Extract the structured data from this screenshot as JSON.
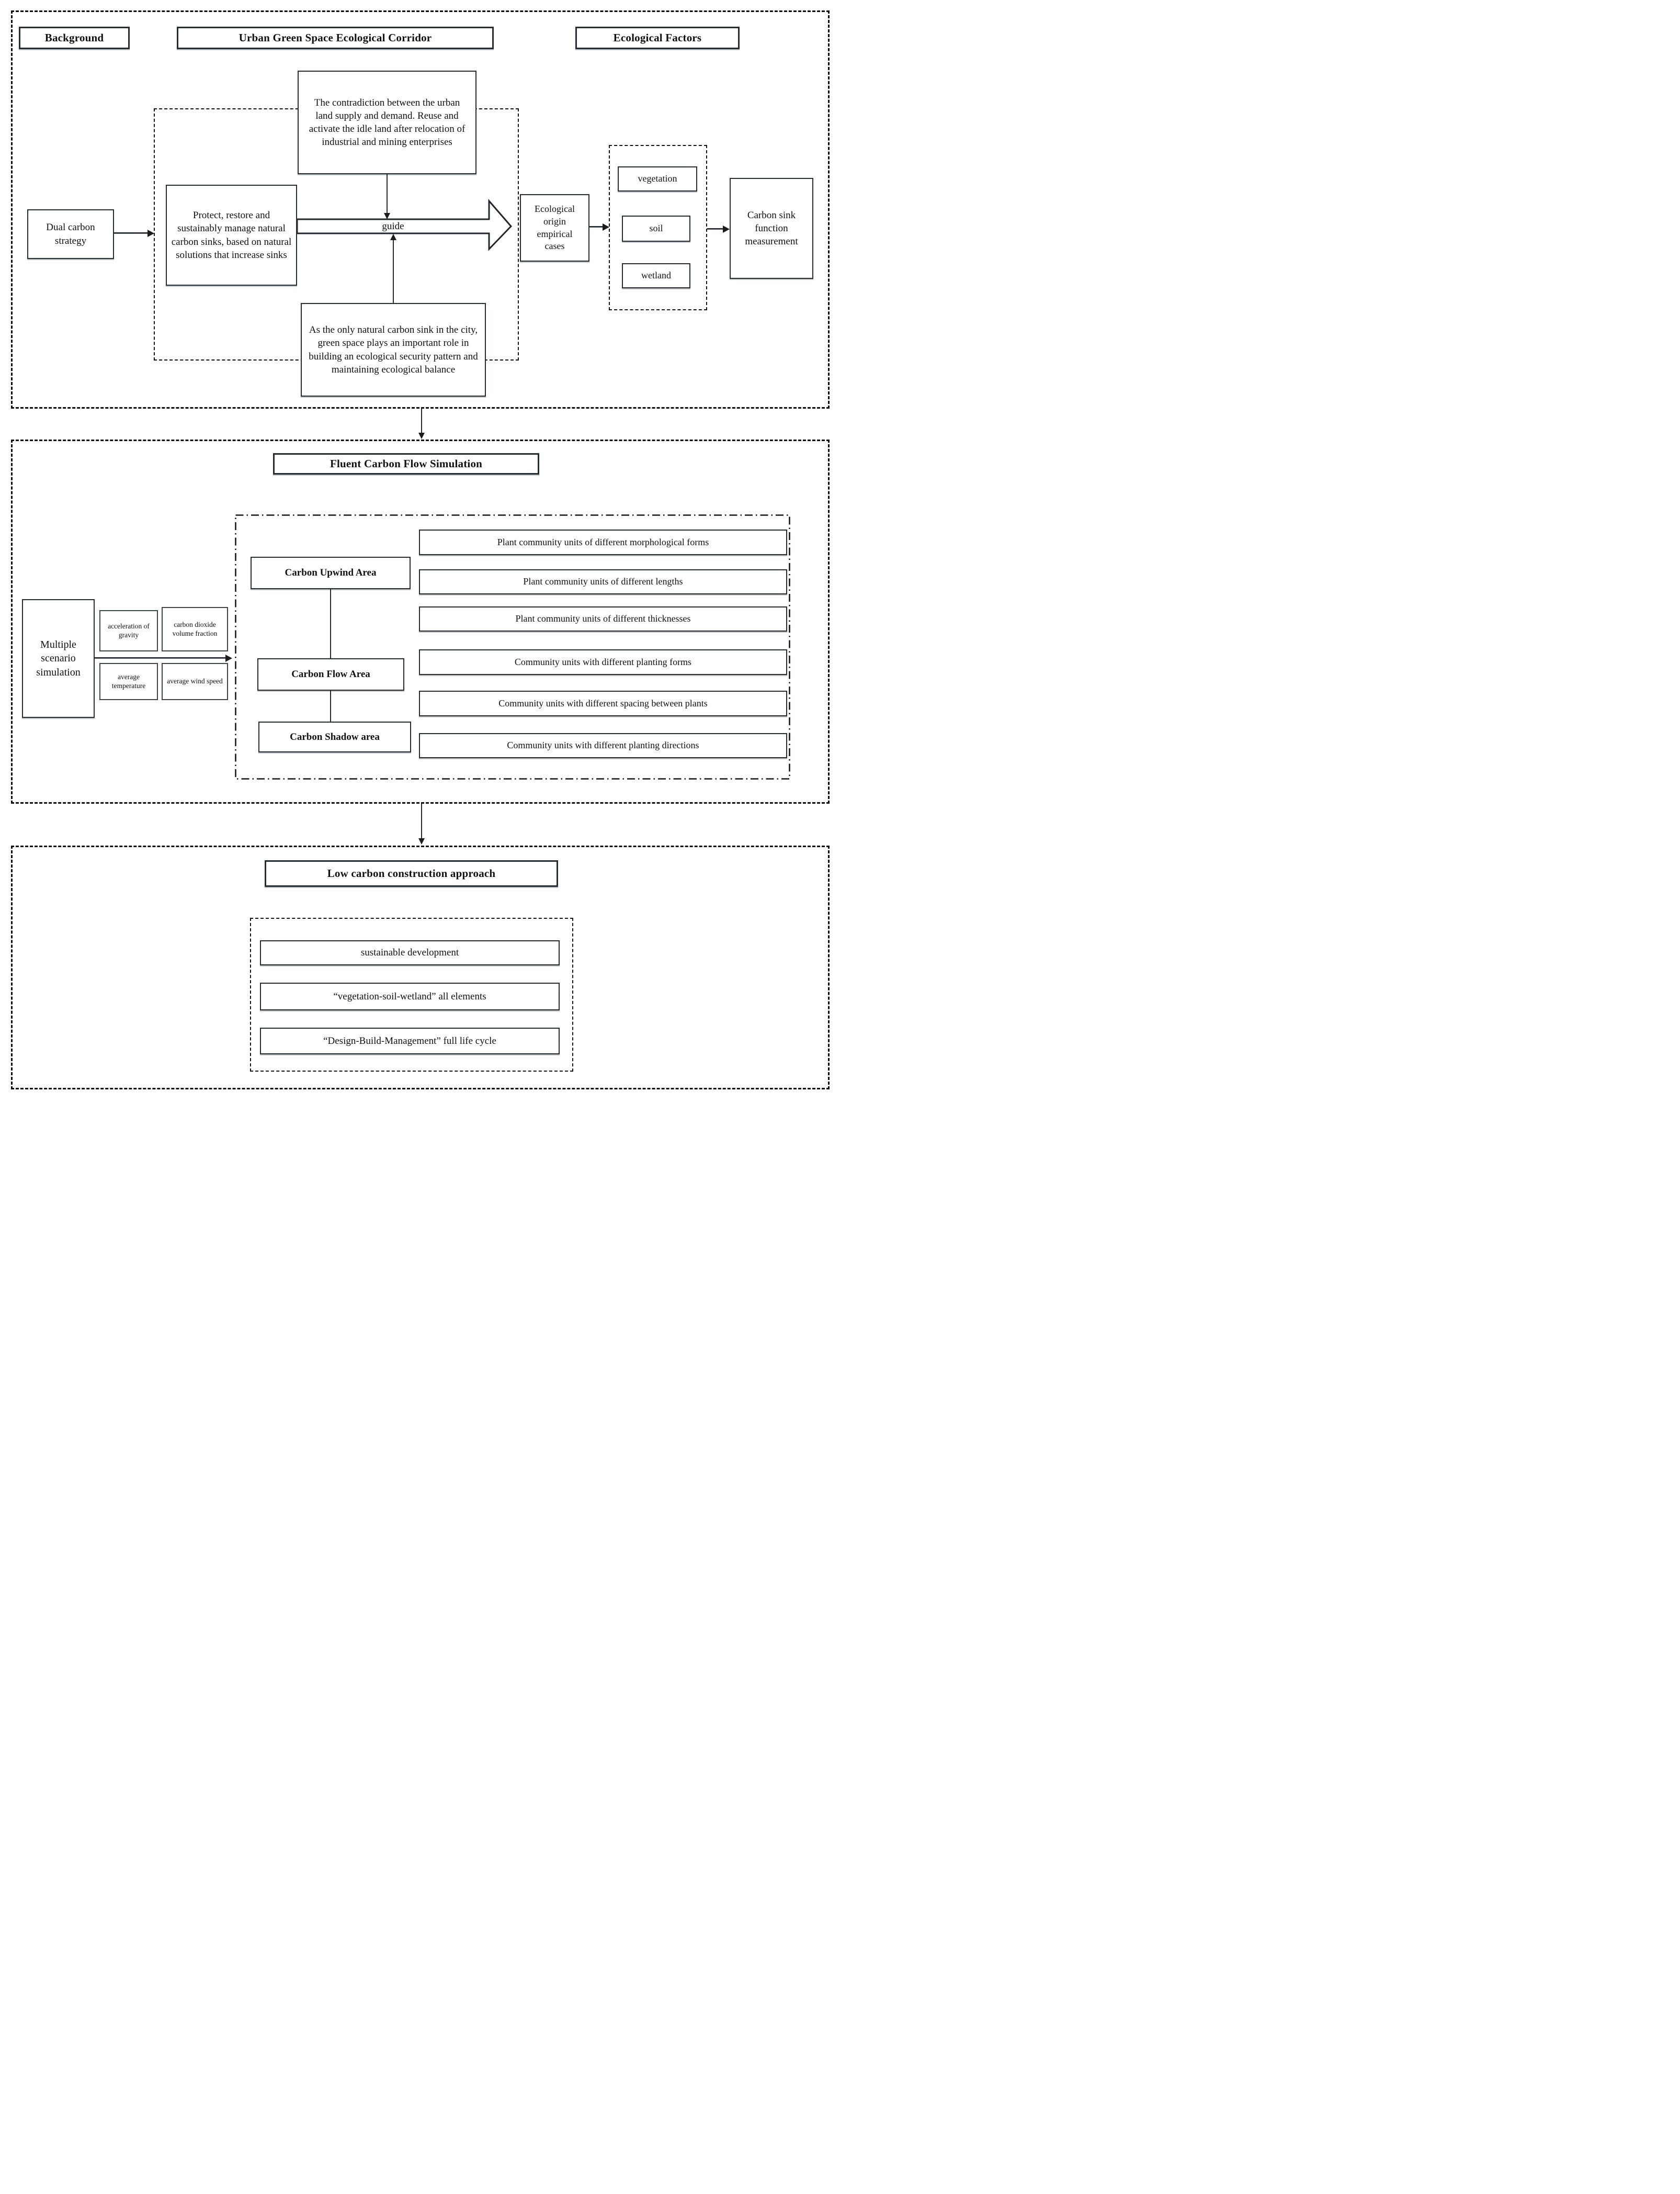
{
  "colors": {
    "box_border": "#242c34",
    "dash_border": "#0d0d0d",
    "text": "#101010",
    "background": "#ffffff"
  },
  "header": {
    "background_title": "Background",
    "corridor_title": "Urban Green Space Ecological Corridor",
    "ecological_factors_title": "Ecological Factors"
  },
  "section1": {
    "dual_carbon_strategy": "Dual carbon strategy",
    "contradiction": "The contradiction between the urban land supply and demand. Reuse and activate the idle land after relocation of industrial and mining enterprises",
    "protect": "Protect, restore and sustainably manage natural carbon sinks, based on natural solutions that increase sinks",
    "guide_label": "guide",
    "green_space_role": "As the only natural carbon sink in the city, green space plays an important role in building an ecological security pattern and maintaining ecological balance",
    "ecological_origin": "Ecological origin empirical cases",
    "factors": [
      "vegetation",
      "soil",
      "wetland"
    ],
    "carbon_sink_measurement": "Carbon sink function measurement"
  },
  "section2": {
    "title": "Fluent Carbon Flow Simulation",
    "multiple_scenario": "Multiple scenario simulation",
    "parameters": [
      "acceleration of gravity",
      "carbon dioxide volume fraction",
      "average temperature",
      "average wind speed"
    ],
    "areas": [
      "Carbon Upwind Area",
      "Carbon Flow Area",
      "Carbon Shadow area"
    ],
    "community_units": [
      "Plant community units of different morphological forms",
      "Plant community units of different lengths",
      "Plant community units of different thicknesses",
      "Community units with different planting forms",
      "Community units with different spacing between plants",
      "Community units with different planting directions"
    ]
  },
  "section3": {
    "title": "Low carbon construction approach",
    "principles": [
      "sustainable development",
      "“vegetation-soil-wetland” all elements",
      "“Design-Build-Management” full life cycle"
    ]
  }
}
